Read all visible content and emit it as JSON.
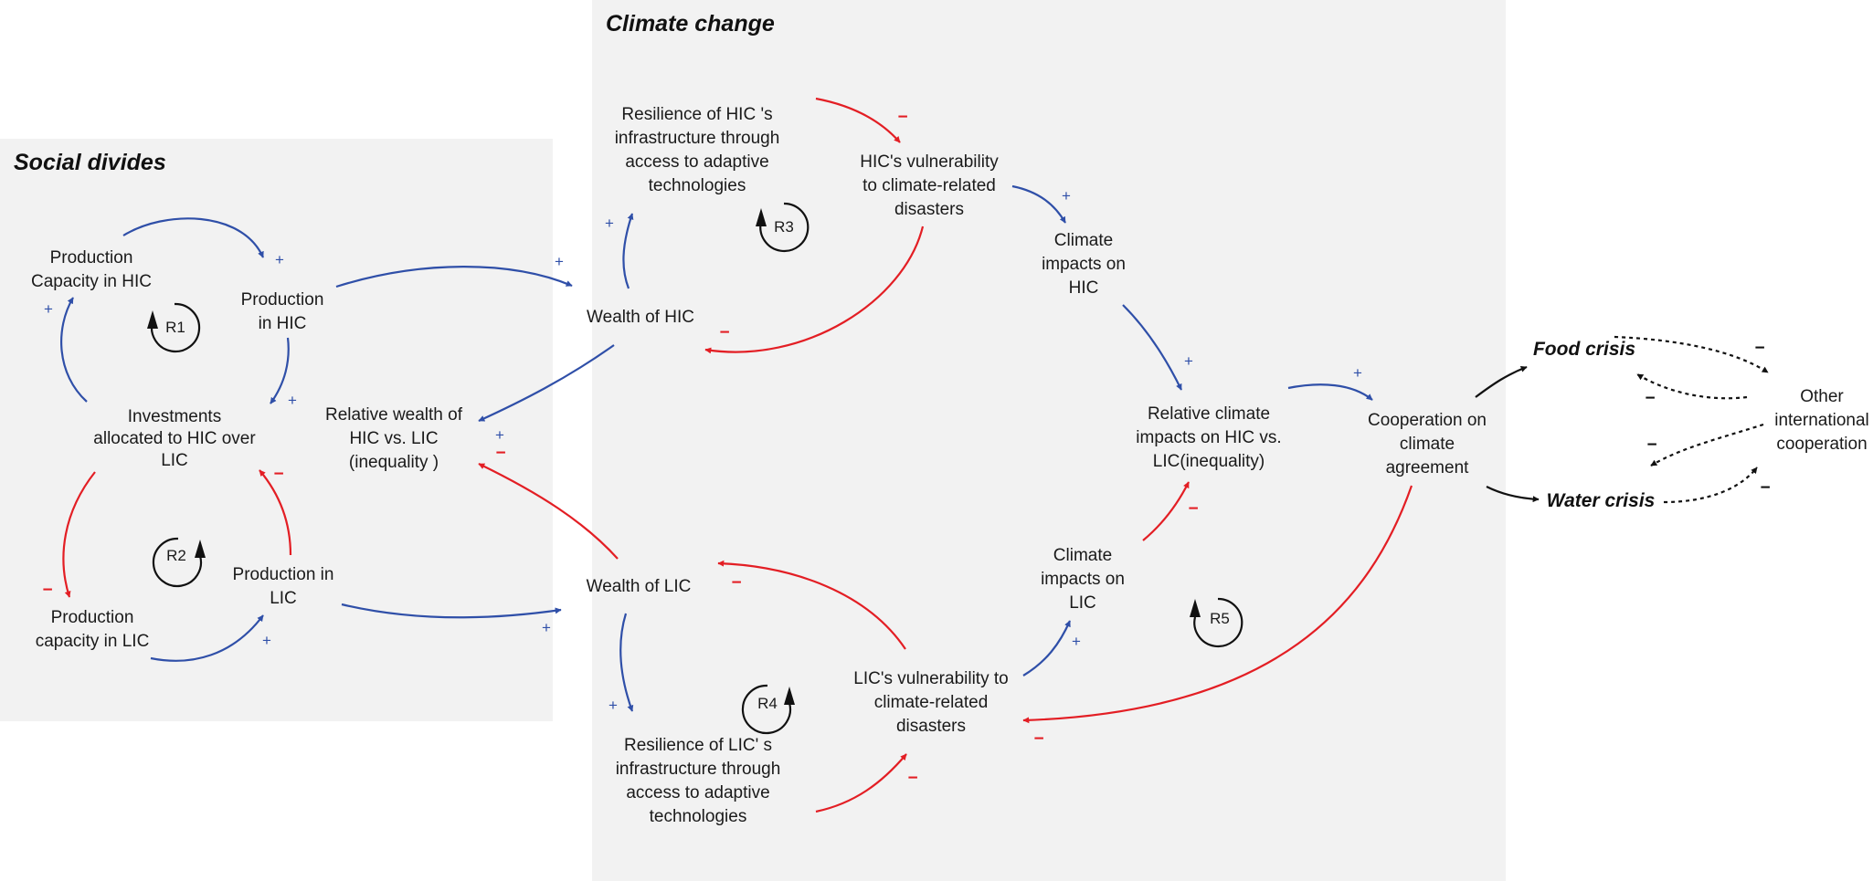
{
  "colors": {
    "positive": "#2f4fa8",
    "negative": "#e31e24",
    "neutral": "#111111",
    "panel": "#f2f2f2"
  },
  "panels": {
    "social_divides": "Social divides",
    "climate_change": "Climate change"
  },
  "nodes": {
    "prod_cap_hic": [
      "Production",
      "Capacity in HIC"
    ],
    "prod_hic": [
      "Production",
      "in HIC"
    ],
    "investments": [
      "Investments",
      "allocated to HIC over",
      "LIC"
    ],
    "relative_wealth": [
      "Relative wealth of",
      "HIC vs. LIC",
      "(inequality )"
    ],
    "prod_in_lic": [
      "Production in",
      "LIC"
    ],
    "prod_cap_lic": [
      "Production",
      "capacity in LIC"
    ],
    "wealth_hic": [
      "Wealth of HIC"
    ],
    "wealth_lic": [
      "Wealth of LIC"
    ],
    "resilience_hic": [
      "Resilience of HIC 's",
      "infrastructure through",
      "access to adaptive",
      "technologies"
    ],
    "vuln_hic": [
      "HIC's vulnerability",
      "to climate-related",
      "disasters"
    ],
    "climate_impacts_hic": [
      "Climate",
      "impacts on",
      "HIC"
    ],
    "relative_climate": [
      "Relative climate",
      "impacts on HIC vs.",
      "LIC(inequality)"
    ],
    "climate_impacts_lic": [
      "Climate",
      "impacts on",
      "LIC"
    ],
    "vuln_lic": [
      "LIC's vulnerability to",
      "climate-related",
      "disasters"
    ],
    "resilience_lic": [
      "Resilience of LIC' s",
      "infrastructure through",
      "access to adaptive",
      "technologies"
    ],
    "cooperation": [
      "Cooperation on",
      "climate",
      "agreement"
    ],
    "other_coop": [
      "Other",
      "international",
      "cooperation"
    ],
    "food_crisis": [
      "Food crisis"
    ],
    "water_crisis": [
      "Water crisis"
    ]
  },
  "loops": [
    "R1",
    "R2",
    "R3",
    "R4",
    "R5"
  ],
  "polarity": {
    "plus": "+",
    "minus": "−"
  },
  "edges": [
    {
      "name": "edge-prodcaphic-prodhic",
      "polarity": "plus"
    },
    {
      "name": "edge-prodhic-investments",
      "polarity": "plus"
    },
    {
      "name": "edge-investments-prodcaphic",
      "polarity": "plus"
    },
    {
      "name": "edge-investments-prodcaplic",
      "polarity": "minus"
    },
    {
      "name": "edge-prodcaplic-prodinlic",
      "polarity": "plus"
    },
    {
      "name": "edge-prodinlic-investments",
      "polarity": "minus"
    },
    {
      "name": "edge-prodhic-wealthhic",
      "polarity": "plus"
    },
    {
      "name": "edge-prodinlic-wealthlic",
      "polarity": "plus"
    },
    {
      "name": "edge-wealthhic-relwealth",
      "polarity": "plus"
    },
    {
      "name": "edge-wealthlic-relwealth",
      "polarity": "minus"
    },
    {
      "name": "edge-wealthhic-resiliencehic",
      "polarity": "plus"
    },
    {
      "name": "edge-resiliencehic-vulnhic",
      "polarity": "minus"
    },
    {
      "name": "edge-vulnhic-wealthhic",
      "polarity": "minus"
    },
    {
      "name": "edge-vulnhic-climatehic",
      "polarity": "plus"
    },
    {
      "name": "edge-climatehic-relclimate",
      "polarity": "plus"
    },
    {
      "name": "edge-wealthlic-resiliencelic",
      "polarity": "plus"
    },
    {
      "name": "edge-resiliencelic-vulnlic",
      "polarity": "minus"
    },
    {
      "name": "edge-vulnlic-wealthlic",
      "polarity": "minus"
    },
    {
      "name": "edge-vulnlic-climatelic",
      "polarity": "plus"
    },
    {
      "name": "edge-climatelic-relclimate",
      "polarity": "minus"
    },
    {
      "name": "edge-relclimate-cooperation",
      "polarity": "plus"
    },
    {
      "name": "edge-cooperation-vulnlic",
      "polarity": "minus"
    },
    {
      "name": "edge-cooperation-foodcrisis",
      "polarity": ""
    },
    {
      "name": "edge-cooperation-watercrisis",
      "polarity": ""
    },
    {
      "name": "edge-foodcrisis-othercoop",
      "polarity": "minus"
    },
    {
      "name": "edge-othercoop-foodcrisis",
      "polarity": "minus"
    },
    {
      "name": "edge-othercoop-watercrisis",
      "polarity": "minus"
    },
    {
      "name": "edge-watercrisis-othercoop",
      "polarity": "minus"
    }
  ]
}
